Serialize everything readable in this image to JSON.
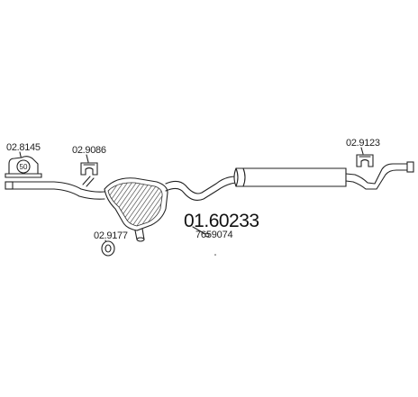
{
  "part_number": "01.60233",
  "oe_number": "7659074",
  "components": [
    {
      "code": "02.8145",
      "icon": "clamp-icon",
      "clamp_size": "50"
    },
    {
      "code": "02.9086",
      "icon": "rubber-mount-icon"
    },
    {
      "code": "02.9177",
      "icon": "rubber-ring-icon"
    },
    {
      "code": "02.9123",
      "icon": "rubber-mount-icon"
    }
  ],
  "colors": {
    "line": "#222222",
    "background": "#ffffff"
  }
}
